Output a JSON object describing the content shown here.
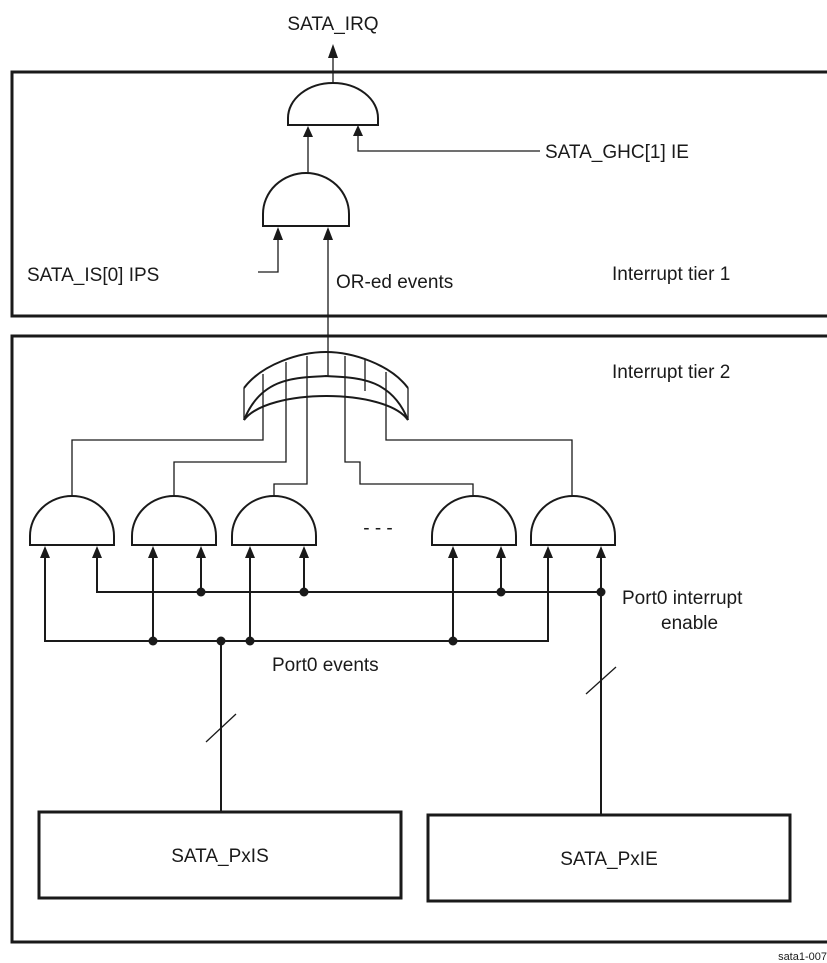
{
  "outputs": {
    "irq": "SATA_IRQ"
  },
  "tier1": {
    "title": "Interrupt tier 1",
    "global_enable": "SATA_GHC[1] IE",
    "pending_status": "SATA_IS[0] IPS",
    "ored_events": "OR-ed events"
  },
  "tier2": {
    "title": "Interrupt tier 2",
    "ellipsis": "- - -",
    "port_enable_line1": "Port0 interrupt",
    "port_enable_line2": "enable",
    "port_events": "Port0 events",
    "status_register": "SATA_PxIS",
    "enable_register": "SATA_PxIE"
  },
  "figure_id": "sata1-007"
}
